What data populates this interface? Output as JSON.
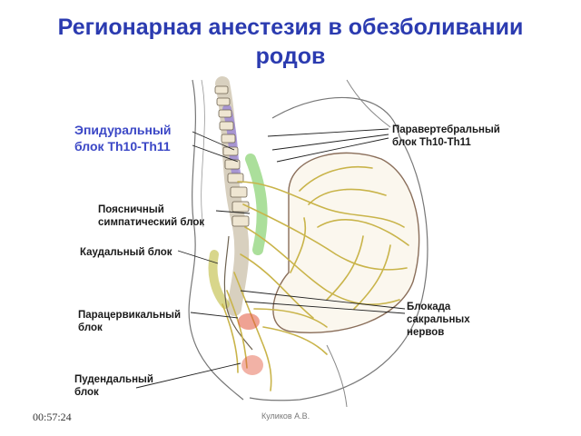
{
  "title": {
    "line1": "Регионарная анестезия в обезболивании",
    "line2": "родов"
  },
  "labels": {
    "epidural": "Эпидуральный\nблок Th10-Th11",
    "paravertebral": "Паравертебральный\nблок Th10-Th11",
    "lumbar_sympathetic": "Поясничный\nсимпатический блок",
    "caudal": "Каудальный блок",
    "paracervical": "Парацервикальный\nблок",
    "pudendal": "Пудендальный\nблок",
    "sacral": "Блокада\nсакральных\nнервов"
  },
  "footer": {
    "time": "00:57:24",
    "author": "Куликов А.В."
  },
  "colors": {
    "title": "#2b3bb0",
    "epidural_label": "#3b47c6",
    "nerves": "#c9b44a",
    "spine_purple": "#9b86d6",
    "spine_green": "#8fd47a",
    "block_red": "#e2553a"
  }
}
